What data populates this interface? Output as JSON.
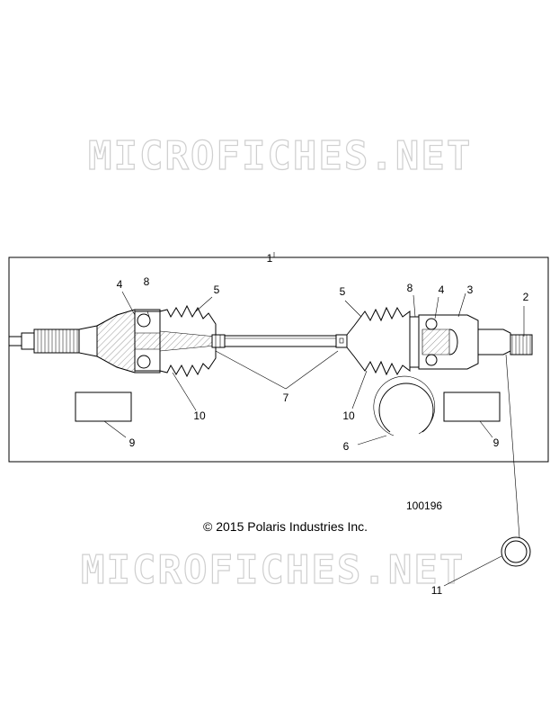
{
  "watermark": {
    "text_top": "MICROFICHES.NET",
    "text_bottom": "MICROFICHES.NET"
  },
  "callouts": {
    "c1": "1",
    "c2": "2",
    "c3": "3",
    "c4_left": "4",
    "c4_right": "4",
    "c5_left": "5",
    "c5_right": "5",
    "c6": "6",
    "c7": "7",
    "c8_left": "8",
    "c8_right": "8",
    "c9_left": "9",
    "c9_right": "9",
    "c10_left": "10",
    "c10_right": "10",
    "c11": "11"
  },
  "figure_number": "100196",
  "copyright": "© 2015 Polaris Industries Inc."
}
